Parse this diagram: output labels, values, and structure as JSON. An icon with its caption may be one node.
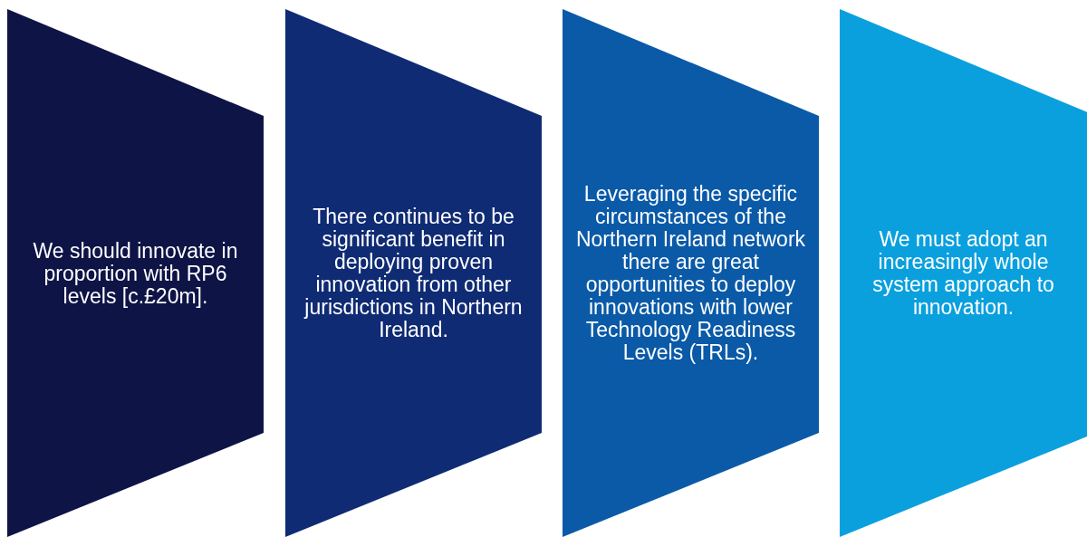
{
  "diagram": {
    "nodes": [
      {
        "text": [
          "We should innovate in proportion with RP6 levels [c.£20m]."
        ]
      },
      {
        "text": [
          "There continues to be significant benefit in deploying proven innovation from other jurisdictions in Northern Ireland."
        ]
      },
      {
        "text": [
          "Leveraging the specific circumstances of the Northern Ireland network there are great opportunities to deploy innovations with lower Technology Readiness Levels (TRLs)."
        ]
      },
      {
        "text": [
          "We must adopt an increasingly whole system approach to innovation."
        ]
      }
    ]
  }
}
